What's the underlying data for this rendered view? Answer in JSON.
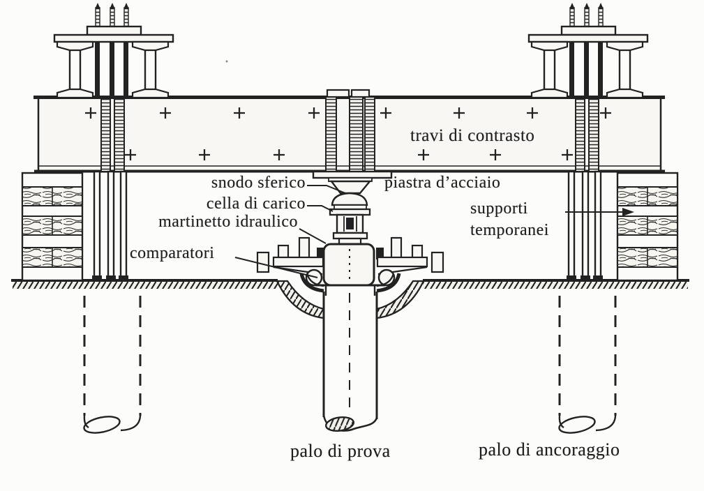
{
  "figure": {
    "labels": {
      "reaction_beam": "travi di contrasto",
      "spherical_joint": "snodo sferico",
      "steel_plate": "piastra d’acciaio",
      "load_cell": "cella di carico",
      "hydraulic_jack": "martinetto idraulico",
      "dial_gauges": "comparatori",
      "temporary_supports_line1": "supporti",
      "temporary_supports_line2": "temporanei",
      "test_pile": "palo di prova",
      "anchor_pile": "palo di ancoraggio"
    },
    "colors": {
      "ink": "#222222",
      "paper": "#fbfbf9"
    }
  }
}
